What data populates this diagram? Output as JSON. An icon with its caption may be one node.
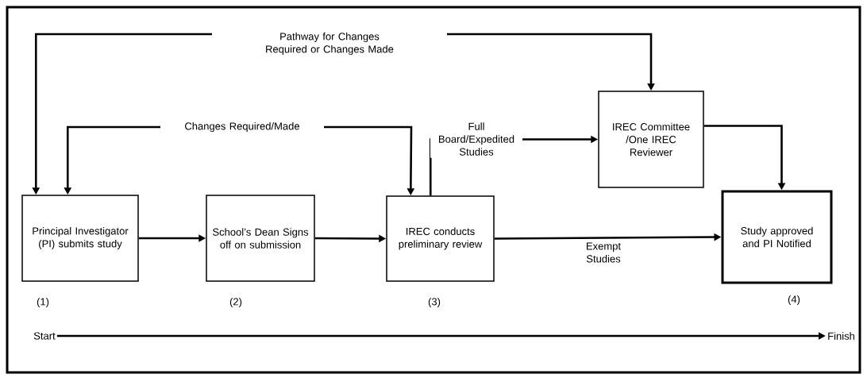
{
  "diagram": {
    "nodes": [
      {
        "text": [
          "Principal Investigator (PI) submits study"
        ],
        "beside": [
          "(1)"
        ]
      },
      {
        "text": [
          "School’s Dean Signs off on submission"
        ],
        "beside": [
          "(2)"
        ]
      },
      {
        "text": [
          "IREC conducts preliminary review"
        ],
        "beside": [
          "(3)"
        ]
      },
      {
        "text": [
          "IREC Committee /One IREC Reviewer"
        ]
      },
      {
        "text": [
          "Study approved and PI Notified"
        ],
        "beside": [
          "(4)"
        ]
      },
      {
        "text": [
          "Start"
        ]
      },
      {
        "text": [
          "Finish"
        ]
      }
    ],
    "edges": [
      {
        "from": 0,
        "to": 1,
        "arrow": "to"
      },
      {
        "from": 1,
        "to": 2,
        "arrow": "to"
      },
      {
        "from": 2,
        "to": 3,
        "arrow": "to",
        "label": "Full Board/Expedited Studies"
      },
      {
        "from": 2,
        "to": 4,
        "arrow": "to",
        "label": "Exempt Studies"
      },
      {
        "from": 3,
        "to": 4,
        "arrow": "to"
      },
      {
        "from": 0,
        "to": 2,
        "arrow": "both",
        "label": "Changes Required/Made"
      },
      {
        "from": 0,
        "to": 3,
        "arrow": "both",
        "label": "Pathway for Changes Required or Changes Made"
      },
      {
        "from": 5,
        "to": 6,
        "arrow": "to"
      }
    ]
  }
}
